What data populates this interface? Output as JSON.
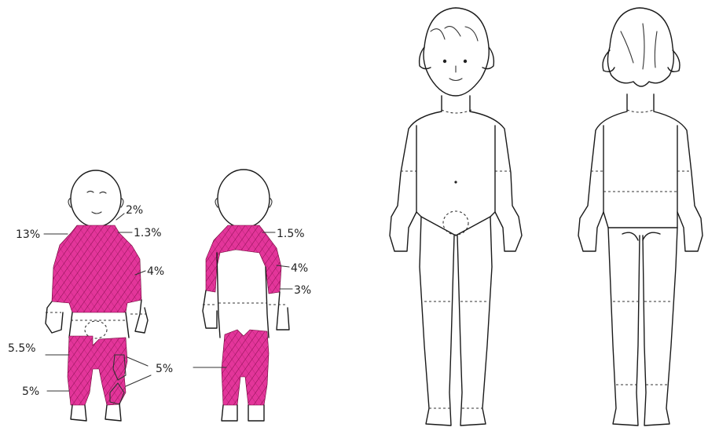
{
  "colors": {
    "burn_fill": "#e3359a",
    "line": "#1a1a1a"
  },
  "front_child": {
    "labels": {
      "head_neck": "2%",
      "shoulder_left": "13%",
      "shoulder_right": "1.3%",
      "right_arm": "4%",
      "thigh_left": "5.5%",
      "leg_left": "5%"
    }
  },
  "back_child": {
    "labels": {
      "shoulder": "1.5%",
      "upper_arm": "4%",
      "forearm": "3%",
      "legs": "5%"
    }
  }
}
